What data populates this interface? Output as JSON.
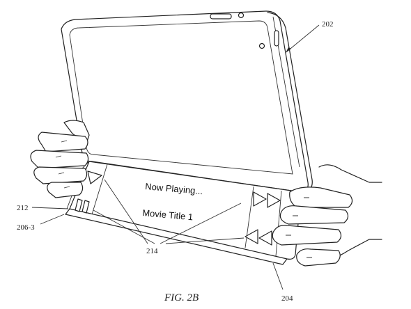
{
  "screen": {
    "line1": "Now Playing...",
    "line2": "Movie Title 1"
  },
  "labels": {
    "tablet": "202",
    "cover": "204",
    "segment": "206-3",
    "edge": "212",
    "icons": "214"
  },
  "caption": "FIG. 2B",
  "icons": [
    "play-icon",
    "pause-icon",
    "fast-forward-icon",
    "rewind-icon"
  ]
}
